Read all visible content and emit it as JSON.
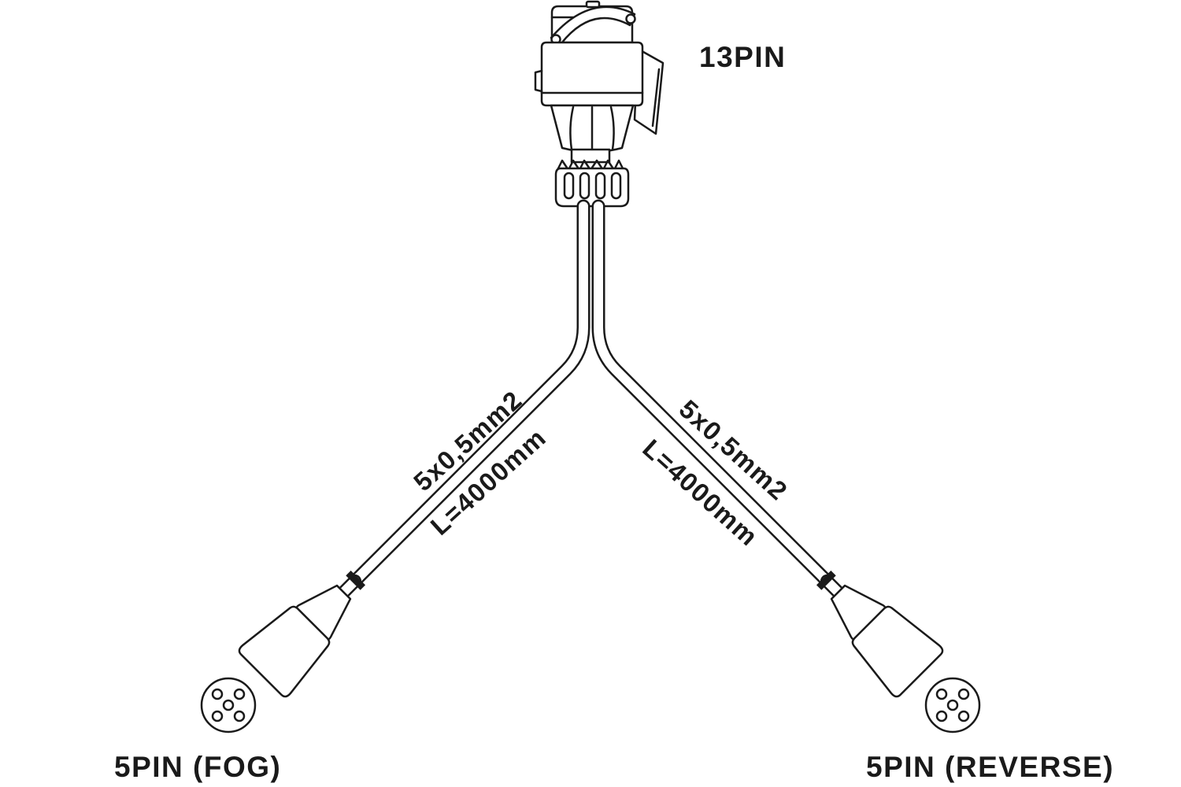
{
  "diagram": {
    "top_label": "13PIN",
    "left": {
      "spec": "5x0,5mm2",
      "length": "L=4000mm",
      "connector_label": "5PIN (FOG)"
    },
    "right": {
      "spec": "5x0,5mm2",
      "length": "L=4000mm",
      "connector_label": "5PIN (REVERSE)"
    },
    "colors": {
      "line": "#1a1a1a",
      "background": "#ffffff"
    }
  }
}
